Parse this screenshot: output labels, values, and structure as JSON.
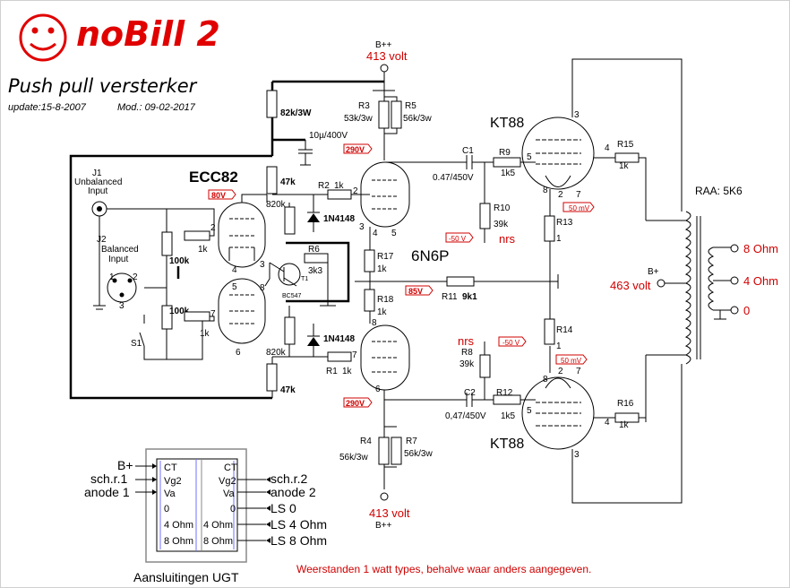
{
  "header": {
    "title": "noBill 2",
    "subtitle": "Push pull versterker",
    "update": "update:15-8-2007",
    "mod": "Mod.: 09-02-2017"
  },
  "supply": {
    "top_label": "B++",
    "top_volt": "413 volt",
    "bottom_label": "B++",
    "bottom_volt": "413 volt",
    "transformer_bplus": "B+",
    "transformer_volt": "463 volt"
  },
  "inputs": {
    "j1": "J1",
    "j1_desc1": "Unbalanced",
    "j1_desc2": "Input",
    "j2": "J2",
    "j2_desc1": "Balanced",
    "j2_desc2": "Input",
    "s1": "S1",
    "pin1": "1",
    "pin2": "2",
    "pin3": "3"
  },
  "tubes": {
    "ecc82": "ECC82",
    "ecc82_volt": "80V",
    "n6p": "6N6P",
    "kt88_top": "KT88",
    "kt88_bottom": "KT88",
    "raa": "RAA: 5K6",
    "npn": "BC547",
    "t1": "T1"
  },
  "pins": {
    "p2": "2",
    "p3": "3",
    "p4": "4",
    "p5": "5",
    "p6": "6",
    "p7": "7",
    "p8": "8"
  },
  "components": {
    "r_82k": "82k/3W",
    "c_10u": "10µ/400V",
    "r_47k_top": "47k",
    "r_820k_top": "820k",
    "d_top": "1N4148",
    "r2": "R2",
    "r2_val": "1k",
    "r3": "R3",
    "r3_val": "53k/3w",
    "r5": "R5",
    "r5_val": "56k/3w",
    "v290_top": "290V",
    "c1": "C1",
    "c1_val": "0.47/450V",
    "r9": "R9",
    "r9_val": "1k5",
    "r10": "R10",
    "r10_val": "39k",
    "neg50_top": "-50 V",
    "nrs_top": "nrs",
    "mv50_top": "50 mV",
    "r15": "R15",
    "r15_val": "1k",
    "r13": "R13",
    "r13_val": "1",
    "r6": "R6",
    "r6_val": "3k3",
    "r17": "R17",
    "r17_val": "1k",
    "v85": "85V",
    "r11": "R11",
    "r11_val": "9k1",
    "r18": "R18",
    "r18_val": "1k",
    "r100k_1": "100k",
    "r100k_2": "100k",
    "r1k_a": "1k",
    "r1k_b": "1k",
    "r14": "R14",
    "r14_val": "1",
    "d_bot": "1N4148",
    "r_820k_bot": "820k",
    "r1": "R1",
    "r1_val": "1k",
    "r_47k_bot": "47k",
    "nrs_bot": "nrs",
    "neg50_bot": "-50 V",
    "r8": "R8",
    "r8_val": "39k",
    "mv50_bot": "50 mV",
    "v290_bot": "290V",
    "c2": "C2",
    "c2_val": "0,47/450V",
    "r12": "R12",
    "r12_val": "1k5",
    "r16": "R16",
    "r16_val": "1k",
    "r4": "R4",
    "r4_val": "56k/3w",
    "r7": "R7",
    "r7_val": "56k/3w"
  },
  "outputs": {
    "o8": "8 Ohm",
    "o4": "4 Ohm",
    "o0": "0"
  },
  "ugt": {
    "title": "Aansluitingen UGT",
    "left": [
      "B+",
      "sch.r.1",
      "anode 1"
    ],
    "right": [
      "sch.r.2",
      "anode 2",
      "LS 0",
      "LS 4 Ohm",
      "LS 8 Ohm"
    ],
    "box_left": [
      "CT",
      "Vg2",
      "Va",
      "0",
      "4 Ohm",
      "8 Ohm"
    ],
    "box_right": [
      "CT",
      "Vg2",
      "Va",
      "0",
      "4 Ohm",
      "8 Ohm"
    ]
  },
  "footer": "Weerstanden 1 watt types, behalve waar anders aangegeven.",
  "colors": {
    "accent_red": "#d00000"
  }
}
